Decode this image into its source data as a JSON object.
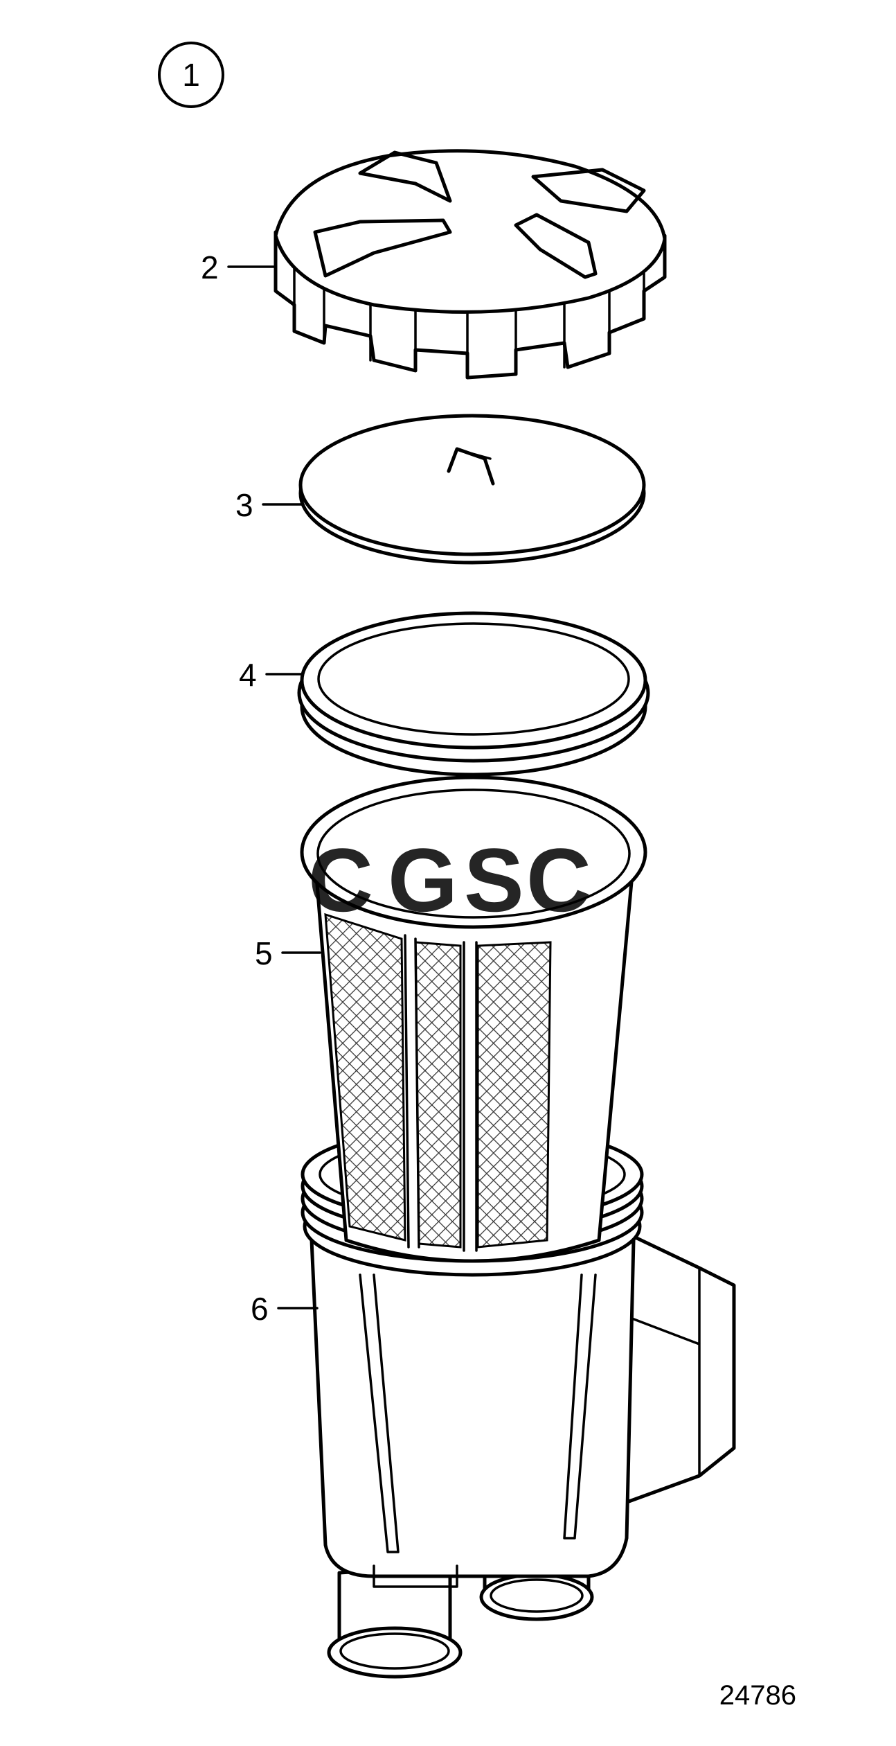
{
  "figure": {
    "figure_number": "1",
    "drawing_number": "24786",
    "callouts": [
      {
        "label": "2",
        "part": "cap"
      },
      {
        "label": "3",
        "part": "cover-disc"
      },
      {
        "label": "4",
        "part": "sealing-ring"
      },
      {
        "label": "5",
        "part": "strainer-basket"
      },
      {
        "label": "6",
        "part": "filter-housing"
      }
    ]
  },
  "watermark": {
    "letters": [
      "C",
      "G",
      "S",
      "C"
    ],
    "colors": [
      "#4a90e2",
      "#e57373",
      "#f2c94c",
      "#4caf85"
    ]
  },
  "colors": {
    "line": "#000000",
    "background": "#ffffff",
    "mesh": "#555555"
  }
}
